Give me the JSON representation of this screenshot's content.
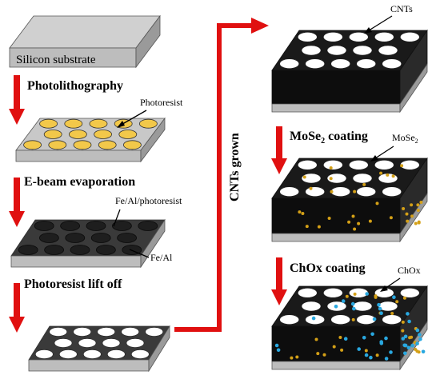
{
  "labels": {
    "silicon_substrate": "Silicon substrate",
    "photoresist": "Photoresist",
    "fe_al_photoresist": "Fe/Al/photoresist",
    "fe_al": "Fe/Al",
    "cnts": "CNTs",
    "mose2_prefix": "MoSe",
    "mose2_sub": "2",
    "chox": "ChOx"
  },
  "steps": {
    "photolithography": "Photolithography",
    "ebeam": "E-beam evaporation",
    "liftoff": "Photoresist lift off",
    "cnts_grown": "CNTs grown",
    "mose2_prefix": "MoSe",
    "mose2_sub": "2",
    "mose2_suffix": " coating",
    "chox_coating": "ChOx coating"
  },
  "colors": {
    "substrate_top": "#d0d0d0",
    "substrate_side": "#9a9a9a",
    "substrate_front": "#bdbdbd",
    "photoresist_dot": "#f2c84a",
    "dark_top": "#3a3a3a",
    "cnt_top": "#1a1a1a",
    "cnt_front": "#0d0d0d",
    "cnt_side": "#2a2a2a",
    "hole": "#ffffff",
    "mose2_particle": "#d4a017",
    "chox_particle": "#29a8e0",
    "arrow": "#e01010"
  }
}
